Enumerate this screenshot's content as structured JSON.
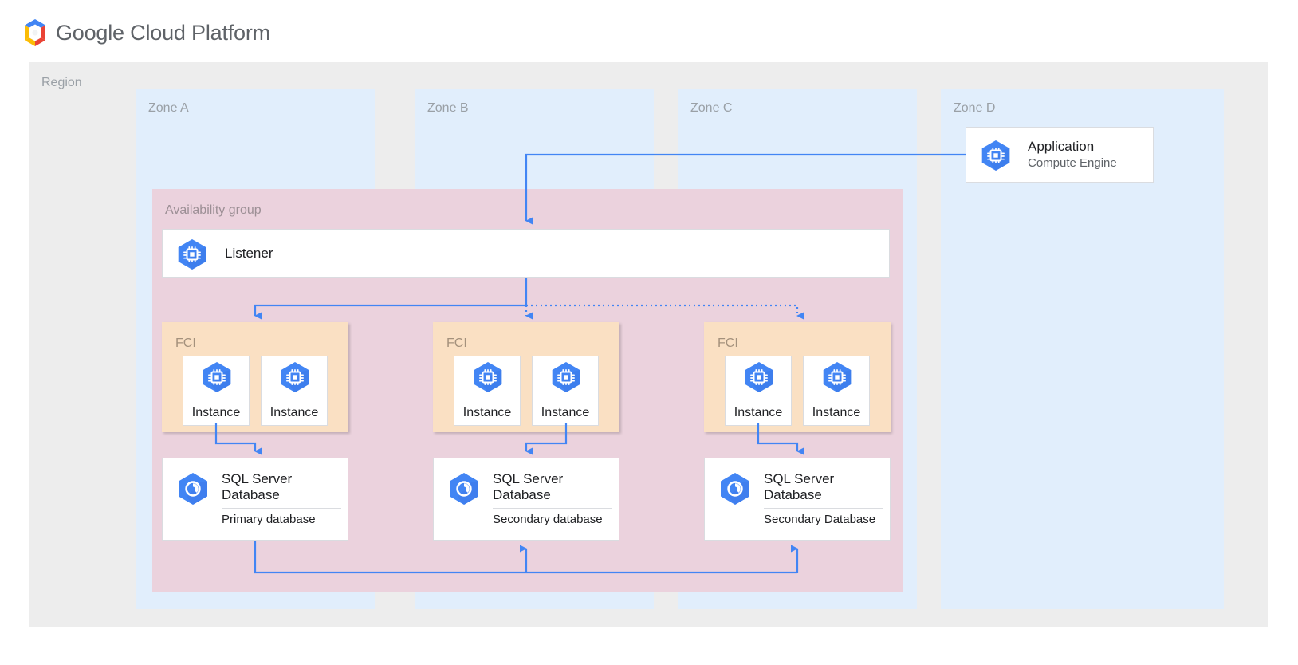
{
  "header": {
    "logo_icon": "google-cloud-platform-logo",
    "wordmark_google": "Google",
    "wordmark_rest": " Cloud Platform",
    "wordmark_full": "Google Cloud Platform"
  },
  "region": {
    "label": "Region",
    "zones": [
      {
        "id": "zone-a",
        "label": "Zone A"
      },
      {
        "id": "zone-b",
        "label": "Zone B"
      },
      {
        "id": "zone-c",
        "label": "Zone C"
      },
      {
        "id": "zone-d",
        "label": "Zone D"
      }
    ]
  },
  "availability_group": {
    "label": "Availability group",
    "listener": {
      "label": "Listener",
      "icon": "compute-engine-icon"
    }
  },
  "fci_clusters": [
    {
      "label": "FCI",
      "zone": "Zone A",
      "instances": [
        {
          "label": "Instance",
          "icon": "compute-engine-icon"
        },
        {
          "label": "Instance",
          "icon": "compute-engine-icon"
        }
      ]
    },
    {
      "label": "FCI",
      "zone": "Zone B",
      "instances": [
        {
          "label": "Instance",
          "icon": "compute-engine-icon"
        },
        {
          "label": "Instance",
          "icon": "compute-engine-icon"
        }
      ]
    },
    {
      "label": "FCI",
      "zone": "Zone C",
      "instances": [
        {
          "label": "Instance",
          "icon": "compute-engine-icon"
        },
        {
          "label": "Instance",
          "icon": "compute-engine-icon"
        }
      ]
    }
  ],
  "databases": [
    {
      "title": "SQL Server Database",
      "role": "Primary database",
      "icon": "sql-server-database-icon",
      "zone": "Zone A"
    },
    {
      "title": "SQL Server Database",
      "role": "Secondary database",
      "icon": "sql-server-database-icon",
      "zone": "Zone B"
    },
    {
      "title": "SQL Server Database",
      "role": "Secondary Database",
      "icon": "sql-server-database-icon",
      "zone": "Zone C"
    }
  ],
  "application": {
    "title": "Application",
    "subtitle": "Compute Engine",
    "icon": "compute-engine-icon",
    "zone": "Zone D"
  },
  "colors": {
    "zone_fill": "#e1eefc",
    "region_fill": "#ededed",
    "availability_group_fill": "#ebd2dd",
    "fci_fill": "#fae0c3",
    "connector": "#4285f4",
    "gcp_blue": "#4285f4",
    "gcp_red": "#ea4335",
    "gcp_yellow": "#fbbc05",
    "gcp_green": "#34a853",
    "card_border": "#dadce0",
    "label_grey": "#9aa0a6",
    "text_dark": "#202124"
  },
  "connector_styles": {
    "application_to_listener": "solid",
    "listener_to_fci_a": "solid",
    "listener_to_fci_b": "dotted",
    "listener_to_fci_c": "dotted",
    "instance_to_database": "solid",
    "database_replication": "solid"
  }
}
